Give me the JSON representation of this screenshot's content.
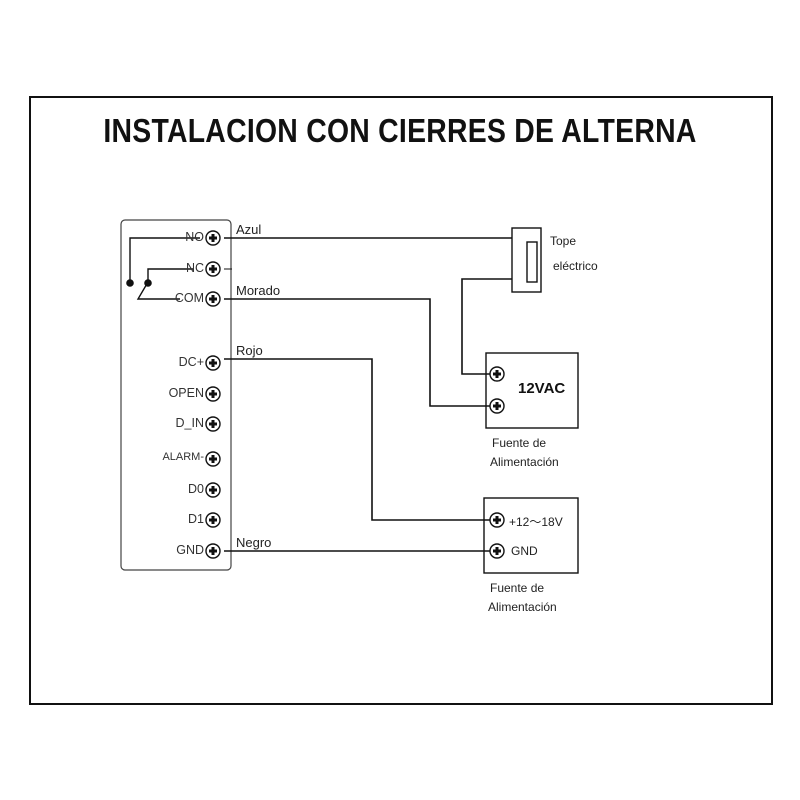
{
  "title": "INSTALACION CON CIERRES DE ALTERNA",
  "controller": {
    "terminals": [
      "NO",
      "NC",
      "COM",
      "DC+",
      "OPEN",
      "D_IN",
      "ALARM-",
      "D0",
      "D1",
      "GND"
    ]
  },
  "wires": {
    "azul": "Azul",
    "morado": "Morado",
    "rojo": "Rojo",
    "negro": "Negro"
  },
  "lock": {
    "line1": "Tope",
    "line2": "eléctrico"
  },
  "psu_ac": {
    "label": "12VAC",
    "caption1": "Fuente de",
    "caption2": "Alimentación"
  },
  "psu_dc": {
    "plus": "+12～18V",
    "gnd": "GND",
    "caption1": "Fuente de",
    "caption2": "Alimentación"
  }
}
